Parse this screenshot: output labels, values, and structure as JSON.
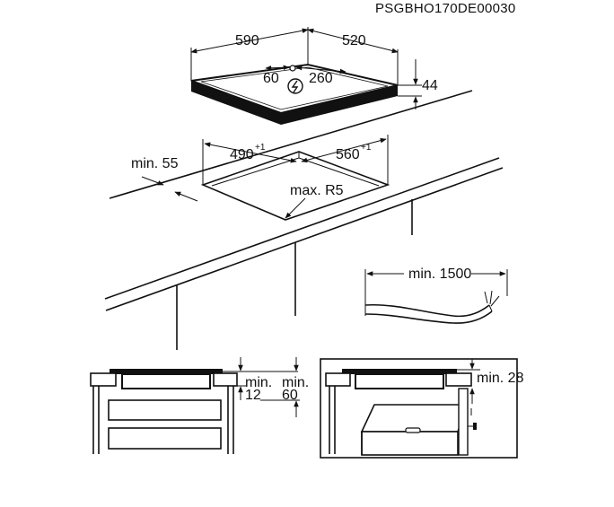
{
  "document_code": "PSGBHO170DE00030",
  "hob": {
    "width": "590",
    "depth": "520",
    "height": "44",
    "connection_offset_left": "60",
    "connection_offset_right": "260"
  },
  "cutout": {
    "width": "490",
    "width_tolerance": "+1",
    "depth": "560",
    "depth_tolerance": "+1",
    "corner_radius": "max. R5",
    "front_distance": "min. 55"
  },
  "cable": {
    "length": "min. 1500"
  },
  "clearances": {
    "left_a_line1": "min.",
    "left_a_line2": "12",
    "left_b_line1": "min.",
    "left_b_line2": "60",
    "right": "min. 28"
  }
}
